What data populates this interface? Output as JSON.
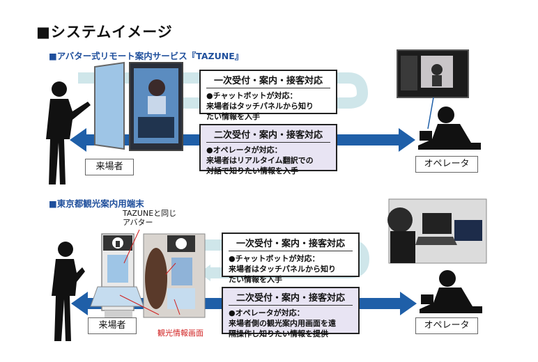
{
  "title": "■システムイメージ",
  "section1": {
    "heading": "■アバター式リモート案内サービス『TAZUNE』",
    "box_first": {
      "head": "一次受付・案内・接客対応",
      "lines": [
        "●チャットボットが対応：",
        "来場者はタッチパネルから知り",
        "たい情報を入手"
      ]
    },
    "box_second": {
      "head": "二次受付・案内・接客対応",
      "lines": [
        "●オペレータが対応：",
        "来場者はリアルタイム翻訳での",
        "対話で知りたい情報を入手"
      ]
    },
    "visitor_label": "来場者",
    "operator_label": "オペレータ"
  },
  "section2": {
    "heading": "■東京都観光案内用端末",
    "avatar_note": [
      "TAZUNEと同じ",
      "アバター"
    ],
    "screen_note": "観光情報画面",
    "box_first": {
      "head": "一次受付・案内・接客対応",
      "lines": [
        "●チャットボットが対応：",
        "来場者はタッチパネルから知り",
        "たい情報を入手"
      ]
    },
    "box_second": {
      "head": "二次受付・案内・接客対応",
      "lines": [
        "●オペレータが対応：",
        "来場者側の観光案内用画面を遠",
        "隔操作し知りたい情報を提供"
      ]
    },
    "visitor_label": "来場者",
    "operator_label": "オペレータ"
  },
  "colors": {
    "arrow_blue": "#1f5fa8",
    "loop_light": "#cfe6ea",
    "box_purple": "#e8e4f3",
    "heading_blue": "#1f4f9c"
  }
}
